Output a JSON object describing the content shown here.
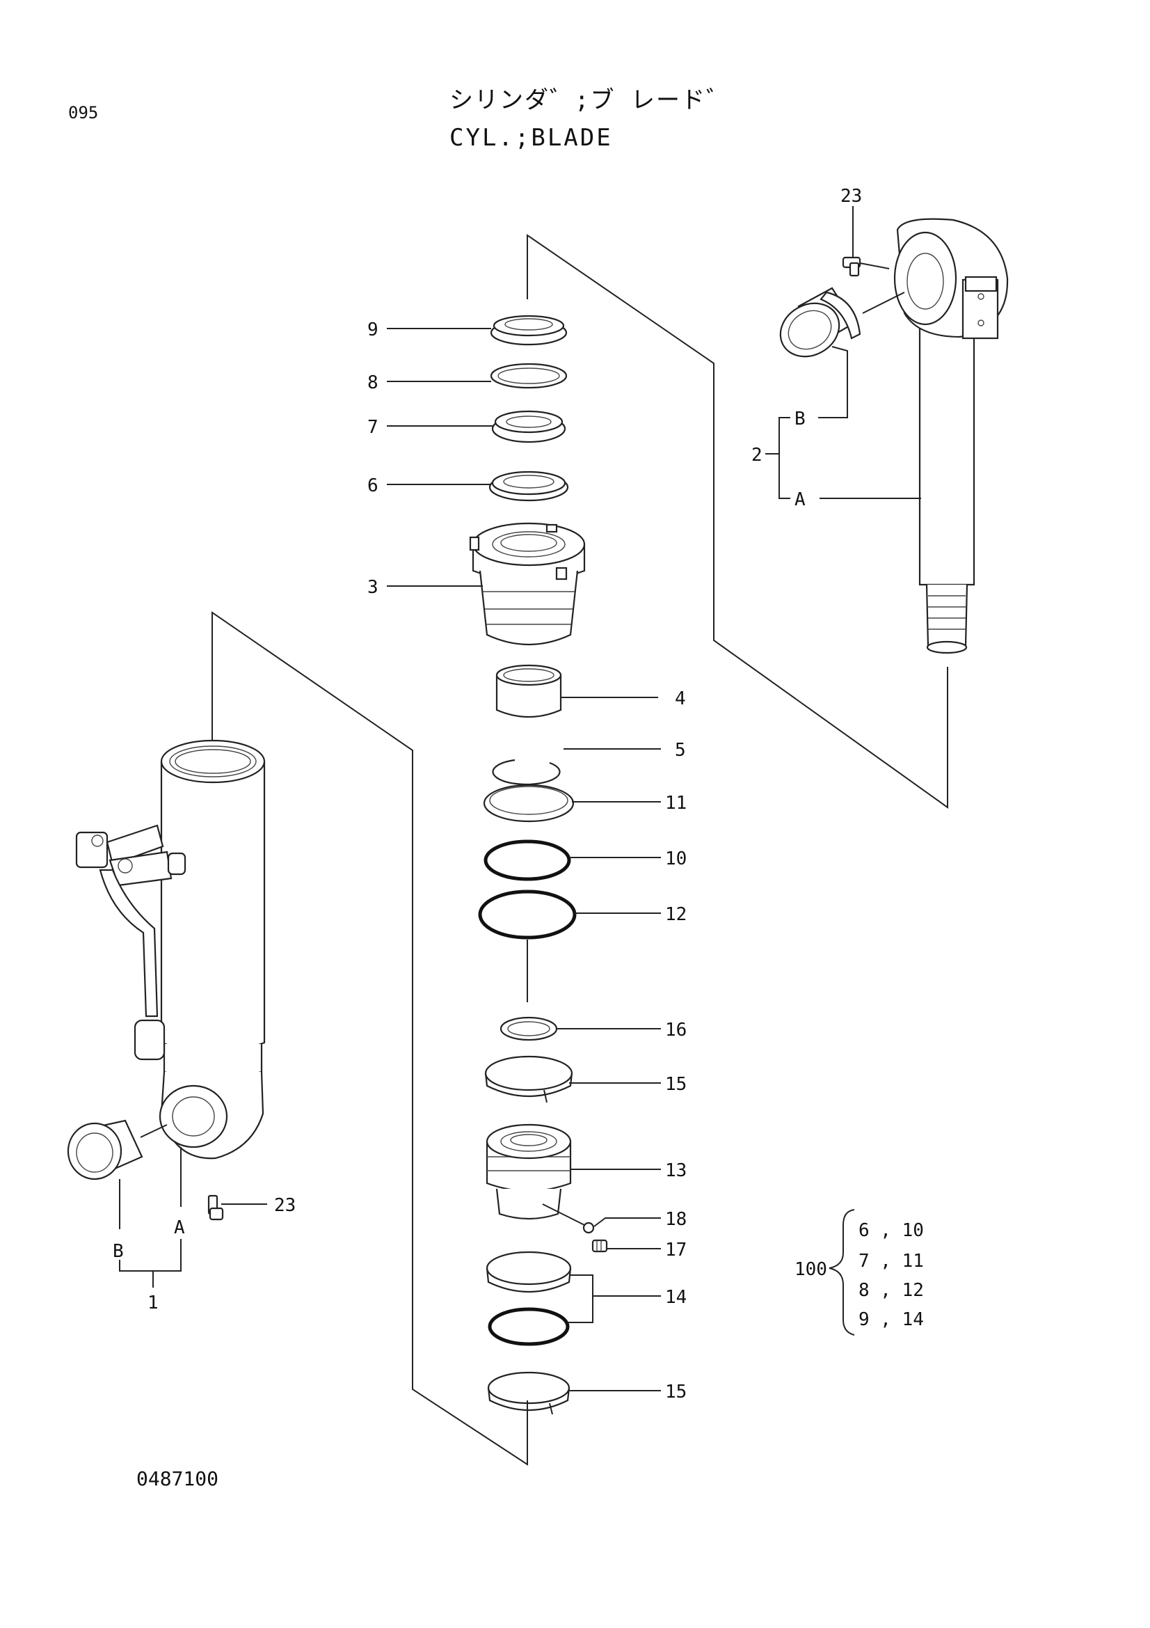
{
  "header": {
    "page_number": "095",
    "title_jp": "シリンダ゛;ブ レード゛",
    "title_en": "CYL.;BLADE"
  },
  "footer": {
    "drawing_code": "0487100"
  },
  "callouts": {
    "p1": "1",
    "p2": "2",
    "p3": "3",
    "p4": "4",
    "p5": "5",
    "p6": "6",
    "p7": "7",
    "p8": "8",
    "p9": "9",
    "p10": "10",
    "p11": "11",
    "p12": "12",
    "p13": "13",
    "p14": "14",
    "p15a": "15",
    "p15b": "15",
    "p16": "16",
    "p17": "17",
    "p18": "18",
    "p23a": "23",
    "p23b": "23",
    "sub_a_rod": "A",
    "sub_b_rod": "B",
    "sub_a_tube": "A",
    "sub_b_tube": "B"
  },
  "kit": {
    "number": "100",
    "rows": [
      "6 , 10",
      "7 , 11",
      "8 , 12",
      "9 , 14"
    ]
  }
}
